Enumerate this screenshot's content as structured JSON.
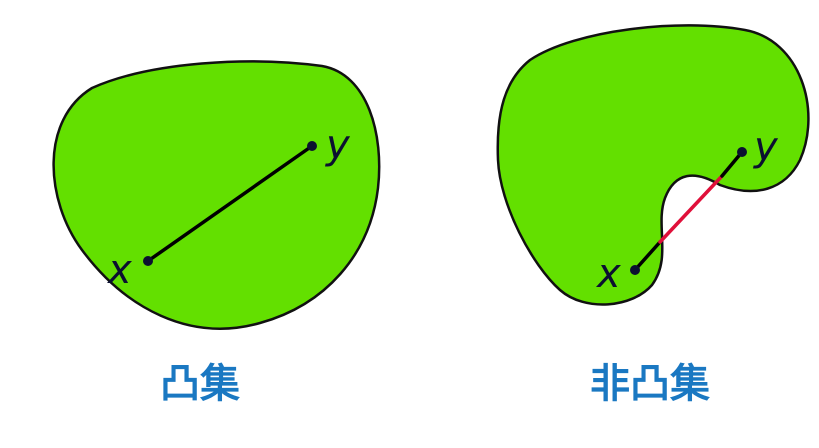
{
  "convex": {
    "point_a_label": "x",
    "point_b_label": "y",
    "caption": "凸集"
  },
  "nonconvex": {
    "point_a_label": "x",
    "point_b_label": "y",
    "caption": "非凸集"
  },
  "colors": {
    "shape_fill": "#63e000",
    "outline": "#111111",
    "segment_inside": "#000000",
    "segment_outside": "#e0103a",
    "caption": "#1a78c2"
  }
}
